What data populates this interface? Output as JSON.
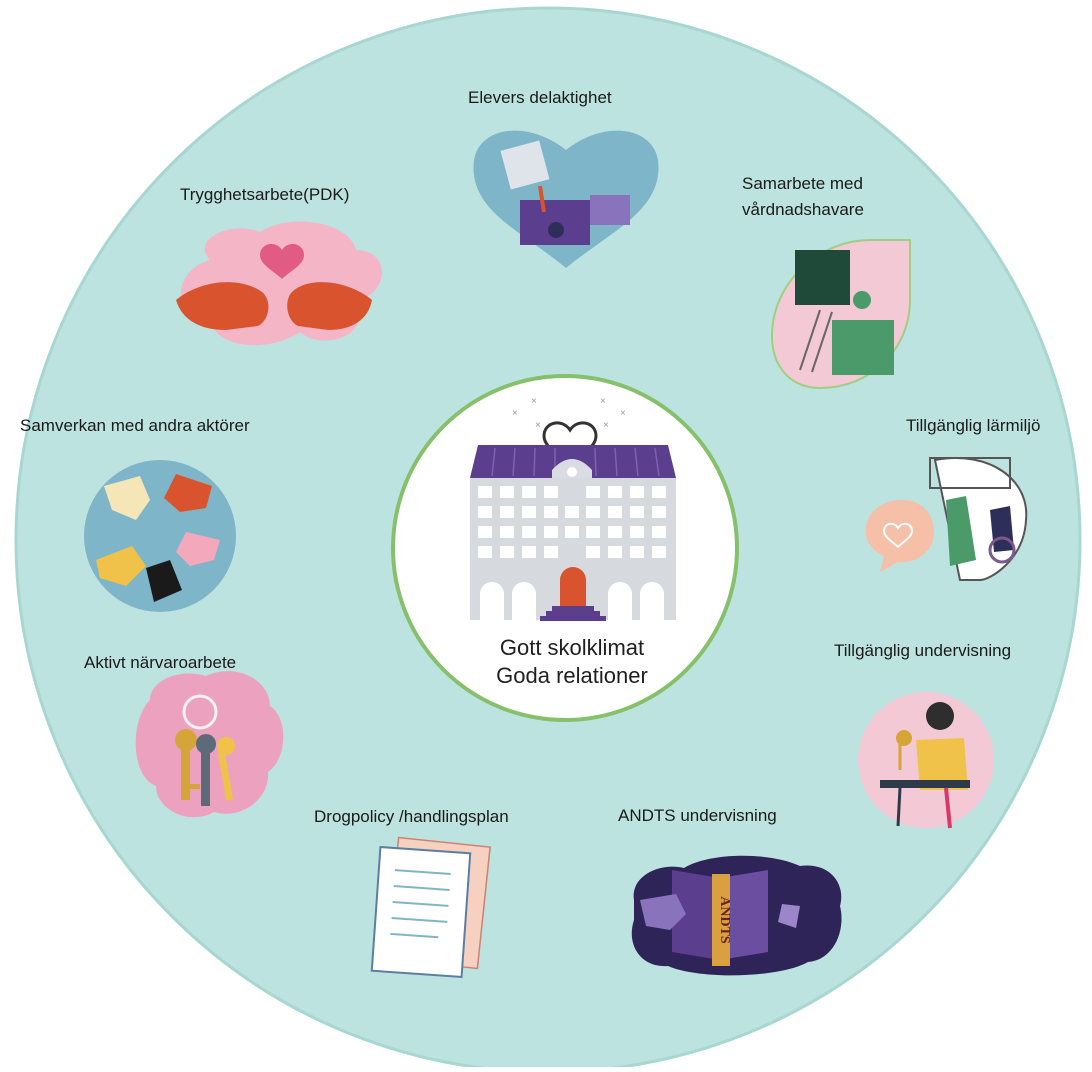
{
  "center": {
    "line1": "Gott skolklimat",
    "line2": "Goda relationer"
  },
  "items": {
    "elevers_delaktighet": "Elevers delaktighet",
    "trygghetsarbete": "Trygghetsarbete(PDK)",
    "samarbete_line1": "Samarbete med",
    "samarbete_line2": "vårdnadshavare",
    "samverkan": "Samverkan med andra aktörer",
    "tillganglig_larmiljo": "Tillgänglig lärmiljö",
    "aktivt_narvaroarbete": "Aktivt närvaroarbete",
    "tillganglig_undervisning": "Tillgänglig undervisning",
    "drogpolicy": "Drogpolicy /handlingsplan",
    "andts_undervisning": "ANDTS undervisning",
    "book_spine_text": "ANDTS"
  },
  "colors": {
    "outer_circle": "#bce3df",
    "outer_border": "#9fd0ca",
    "center_border": "#7fbf5a",
    "purple": "#5b3e8e",
    "orange_red": "#d9532f",
    "pink": "#f4b6c6",
    "teal_blue": "#6fb6c8",
    "green": "#4a9a6a"
  }
}
